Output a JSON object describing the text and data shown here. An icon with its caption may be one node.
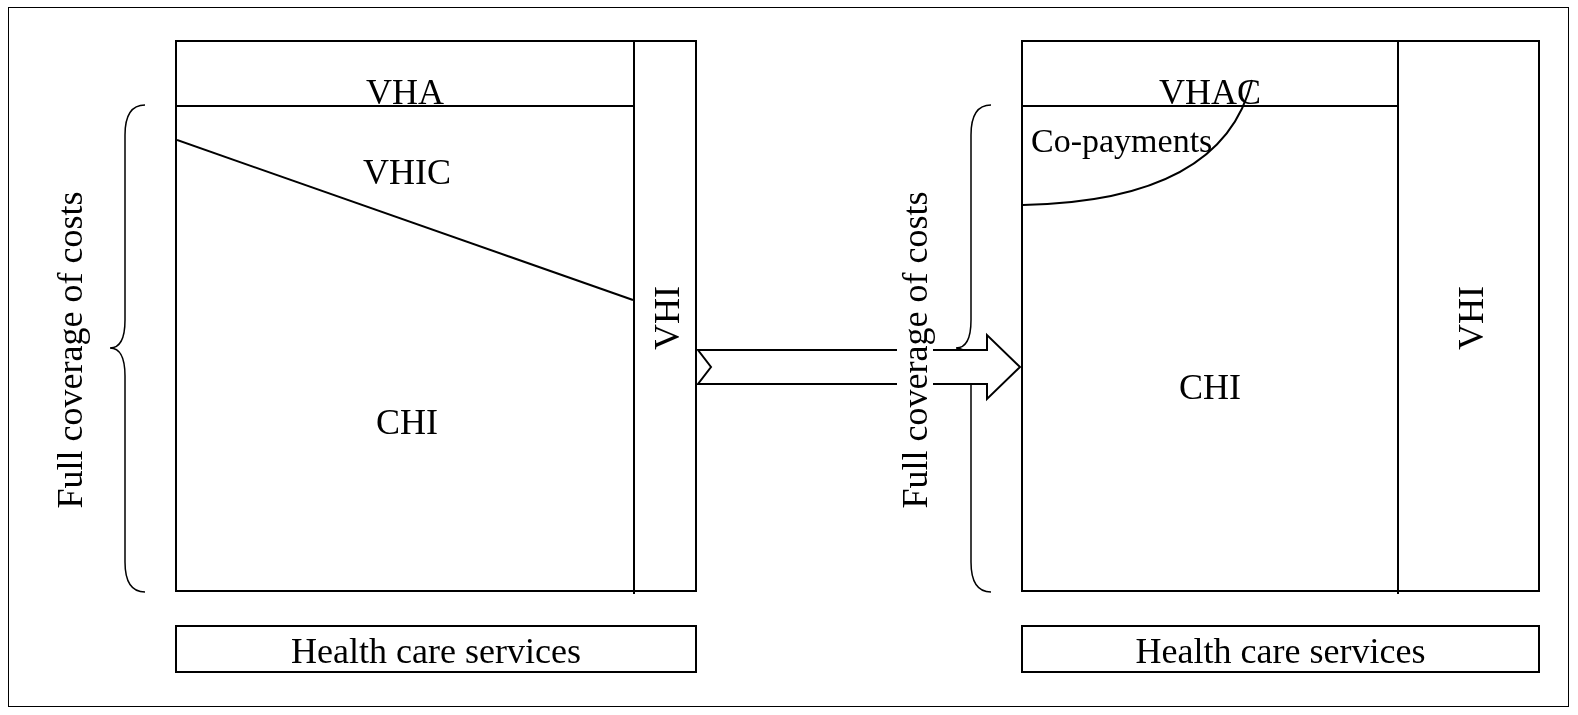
{
  "diagram": {
    "nodes": [
      {
        "text": [],
        "shape": "box"
      },
      {
        "text": [
          "VHA"
        ],
        "in": 0
      },
      {
        "text": [
          "VHIC"
        ],
        "in": 0
      },
      {
        "text": [
          "CHI"
        ],
        "in": 0
      },
      {
        "text": [
          "VHI"
        ],
        "in": 0
      },
      {
        "text": [
          "Health care services"
        ]
      },
      {
        "text": [],
        "shape": "box"
      },
      {
        "text": [
          "VHAC"
        ],
        "in": 6
      },
      {
        "text": [
          "Co-payments"
        ],
        "in": 6
      },
      {
        "text": [
          "CHI"
        ],
        "in": 6
      },
      {
        "text": [
          "VHI"
        ],
        "in": 6
      },
      {
        "text": [
          "Health care services"
        ]
      }
    ],
    "edges": [
      {
        "from": 0,
        "to": 6,
        "arrow": "to"
      }
    ],
    "labels": [
      "Full coverage of costs",
      "Full coverage of costs"
    ]
  }
}
